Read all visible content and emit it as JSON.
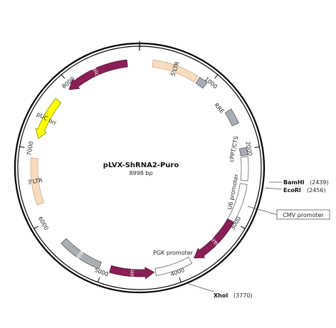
{
  "plasmid": {
    "name": "pLVX-ShRNA2-Puro",
    "size_label": "8998 bp",
    "total_bp": 8998
  },
  "ticks": [
    {
      "bp": 1000,
      "label": "1000"
    },
    {
      "bp": 2000,
      "label": "2000"
    },
    {
      "bp": 3000,
      "label": "3000"
    },
    {
      "bp": 4000,
      "label": "4000"
    },
    {
      "bp": 5000,
      "label": "5000"
    },
    {
      "bp": 6000,
      "label": "6000"
    },
    {
      "bp": 7000,
      "label": "7000"
    },
    {
      "bp": 8000,
      "label": "8000"
    }
  ],
  "features": [
    {
      "id": "5ltr",
      "label": "5'LTR",
      "start": 180,
      "end": 810,
      "style": "peach",
      "label_inside": true
    },
    {
      "id": "small-grey-1",
      "label": "",
      "start": 840,
      "end": 960,
      "style": "grey",
      "label_inside": false
    },
    {
      "id": "rre",
      "label": "RRE",
      "start": 1430,
      "end": 1640,
      "style": "grey",
      "label_inside": false
    },
    {
      "id": "cppt",
      "label": "cPPT/CTS",
      "start": 1980,
      "end": 2080,
      "style": "grey",
      "label_inside": false
    },
    {
      "id": "u6",
      "label": "U6 promoter",
      "start": 2100,
      "end": 2420,
      "style": "white",
      "label_inside": false
    },
    {
      "id": "cmv",
      "label": "",
      "start": 2470,
      "end": 3000,
      "style": "white",
      "label_inside": false
    },
    {
      "id": "zsgreen",
      "label": "ZsGreen1",
      "start": 3000,
      "end": 3720,
      "style": "maroon-arrow",
      "dir": 1,
      "label_inside": true
    },
    {
      "id": "pgk",
      "label": "PGK promoter",
      "start": 3780,
      "end": 4280,
      "style": "white",
      "label_inside": false
    },
    {
      "id": "puro",
      "label": "Puromycin",
      "start": 4300,
      "end": 4900,
      "style": "maroon-arrow",
      "dir": -1,
      "label_inside": true
    },
    {
      "id": "wpre",
      "label": "WPRE",
      "start": 5050,
      "end": 5650,
      "style": "grey",
      "label_inside": true
    },
    {
      "id": "3ltr",
      "label": "3'LTR",
      "start": 6250,
      "end": 6880,
      "style": "peach",
      "label_inside": true
    },
    {
      "id": "puc",
      "label": "pUC ori",
      "start": 7150,
      "end": 7740,
      "style": "yellow-arrow",
      "dir": -1,
      "label_inside": true
    },
    {
      "id": "amp",
      "label": "Ampicillin",
      "start": 7950,
      "end": 8830,
      "style": "maroon-arrow",
      "dir": -1,
      "label_inside": true
    }
  ],
  "sites": [
    {
      "name": "BamHI",
      "pos": "(2439)"
    },
    {
      "name": "EcoRI",
      "pos": "(2456)"
    },
    {
      "name": "XhoI",
      "pos": "(3770)"
    }
  ],
  "callouts": {
    "cmv_promoter": "CMV promoter",
    "u6_promoter": "U6 promoter",
    "pgk_promoter": "PGK promoter",
    "cppt": "cPPT/CTS",
    "rre": "RRE"
  },
  "colors": {
    "maroon": "#8b1f55",
    "grey": "#a9aeb4",
    "peach": "#f7dcc0",
    "yellow": "#ffff00",
    "ring": "#000000"
  }
}
